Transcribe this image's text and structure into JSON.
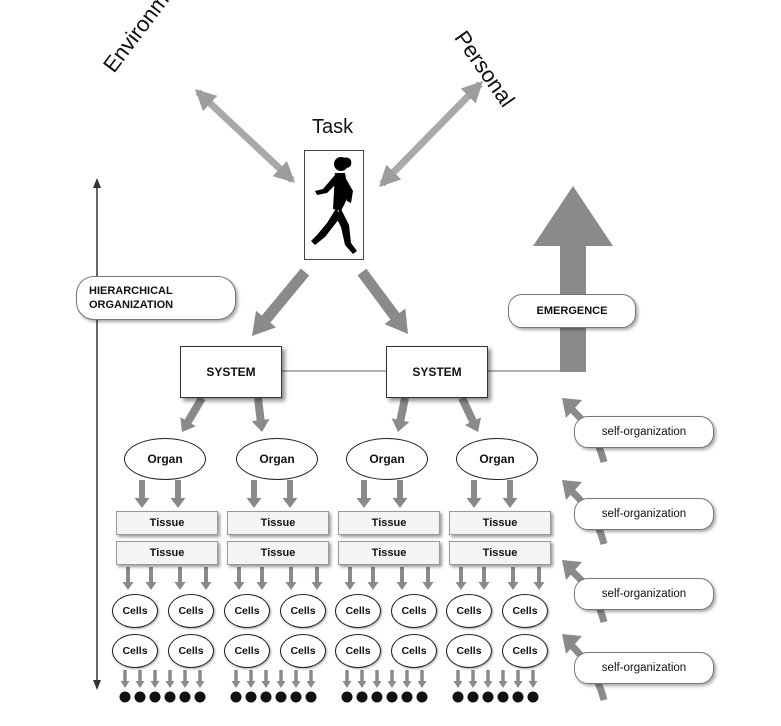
{
  "labels": {
    "environment": "Environment",
    "personal": "Personal",
    "task": "Task",
    "hierarchical": "HIERARCHICAL\nORGANIZATION",
    "emergence": "EMERGENCE",
    "system": "SYSTEM",
    "organ": "Organ",
    "tissue": "Tissue",
    "cells": "Cells",
    "self_organization": "self-organization"
  },
  "colors": {
    "arrow_gray": "#8a8a8a",
    "light_arrow": "#a9a9a9",
    "dark": "#111111"
  },
  "icons": {
    "task": "runner-silhouette-icon"
  }
}
